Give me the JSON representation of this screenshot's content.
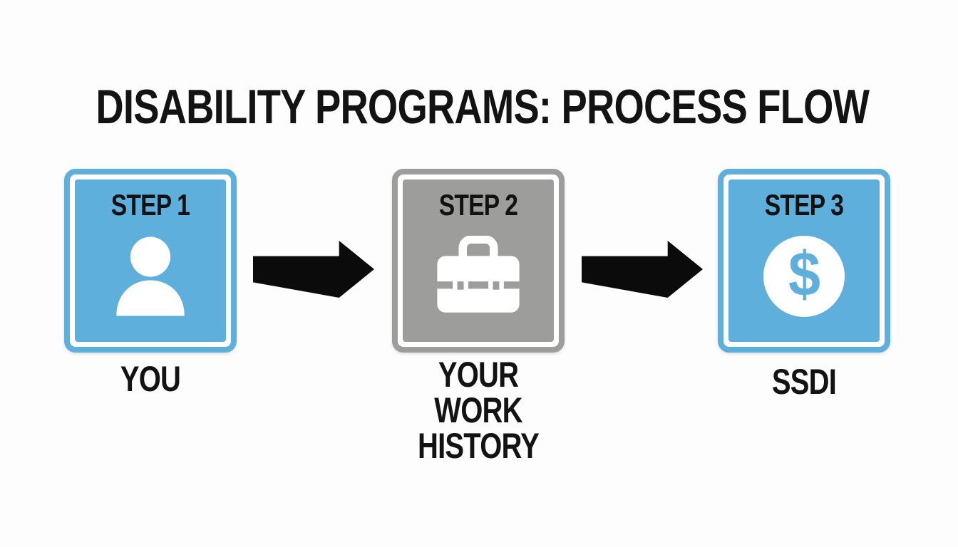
{
  "title": "DISABILITY PROGRAMS: PROCESS FLOW",
  "colors": {
    "background": "#FDFDFE",
    "blue": "#5FAFDC",
    "gray": "#9D9D9B",
    "arrow_black": "#0B0B0B",
    "text_black": "#131313",
    "icon_white": "#FFFFFF"
  },
  "steps": [
    {
      "step_label": "STEP 1",
      "caption": "YOU",
      "icon": "person-icon",
      "box_color": "#5FAFDC"
    },
    {
      "step_label": "STEP 2",
      "caption": "YOUR\nWORK HISTORY",
      "icon": "briefcase-icon",
      "box_color": "#9D9D9B"
    },
    {
      "step_label": "STEP 3",
      "caption": "SSDI",
      "icon": "dollar-icon",
      "box_color": "#5FAFDC"
    }
  ],
  "icons": {
    "dollar_symbol": "$"
  },
  "arrows": [
    {
      "name": "arrow-step1-step2",
      "direction": "right"
    },
    {
      "name": "arrow-step2-step3",
      "direction": "right"
    }
  ]
}
